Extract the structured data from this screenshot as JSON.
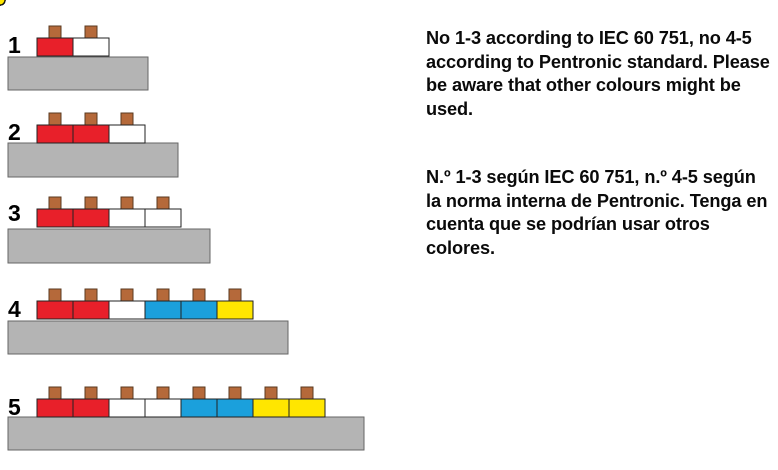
{
  "colors": {
    "red": "#e8202a",
    "white": "#ffffff",
    "blue": "#1ba0dc",
    "yellow": "#ffe600",
    "terminal": "#b5693a",
    "base": "#b4b4b4"
  },
  "notes": {
    "english": "No 1-3 according to IEC 60 751, no 4-5 according to Pentronic standard. Please be aware that other colours might be used.",
    "spanish": "N.º 1-3 según IEC 60 751, n.º 4-5 según la norma interna de Pentronic. Tenga en cuenta que se podrían usar otros colores."
  },
  "connectors": [
    {
      "number": "1",
      "blocks": [
        "red",
        "white"
      ],
      "circuits": [
        {
          "wire": "red",
          "left_dots": [
            "red"
          ],
          "right_dots": [
            "white"
          ]
        }
      ]
    },
    {
      "number": "2",
      "blocks": [
        "red",
        "red",
        "white"
      ],
      "circuits": [
        {
          "wire": "red",
          "left_dots": [
            "red",
            "red"
          ],
          "right_dots": [
            "white"
          ]
        }
      ]
    },
    {
      "number": "3",
      "blocks": [
        "red",
        "red",
        "white",
        "white"
      ],
      "circuits": [
        {
          "wire": "red",
          "left_dots": [
            "red",
            "red"
          ],
          "right_dots": [
            "white",
            "white"
          ]
        }
      ]
    },
    {
      "number": "4",
      "blocks": [
        "red",
        "red",
        "white",
        "blue",
        "blue",
        "yellow"
      ],
      "circuits": [
        {
          "wire": "red",
          "left_dots": [
            "red",
            "red"
          ],
          "right_dots": [
            "white"
          ]
        },
        {
          "wire": "blue",
          "left_dots": [
            "blue",
            "blue"
          ],
          "right_dots": [
            "yellow"
          ]
        }
      ]
    },
    {
      "number": "5",
      "blocks": [
        "red",
        "red",
        "white",
        "white",
        "blue",
        "blue",
        "yellow",
        "yellow"
      ],
      "circuits": [
        {
          "wire": "red",
          "left_dots": [
            "red",
            "red"
          ],
          "right_dots": [
            "white",
            "white"
          ]
        },
        {
          "wire": "blue",
          "left_dots": [
            "blue",
            "blue"
          ],
          "right_dots": [
            "yellow",
            "yellow"
          ]
        }
      ]
    }
  ]
}
